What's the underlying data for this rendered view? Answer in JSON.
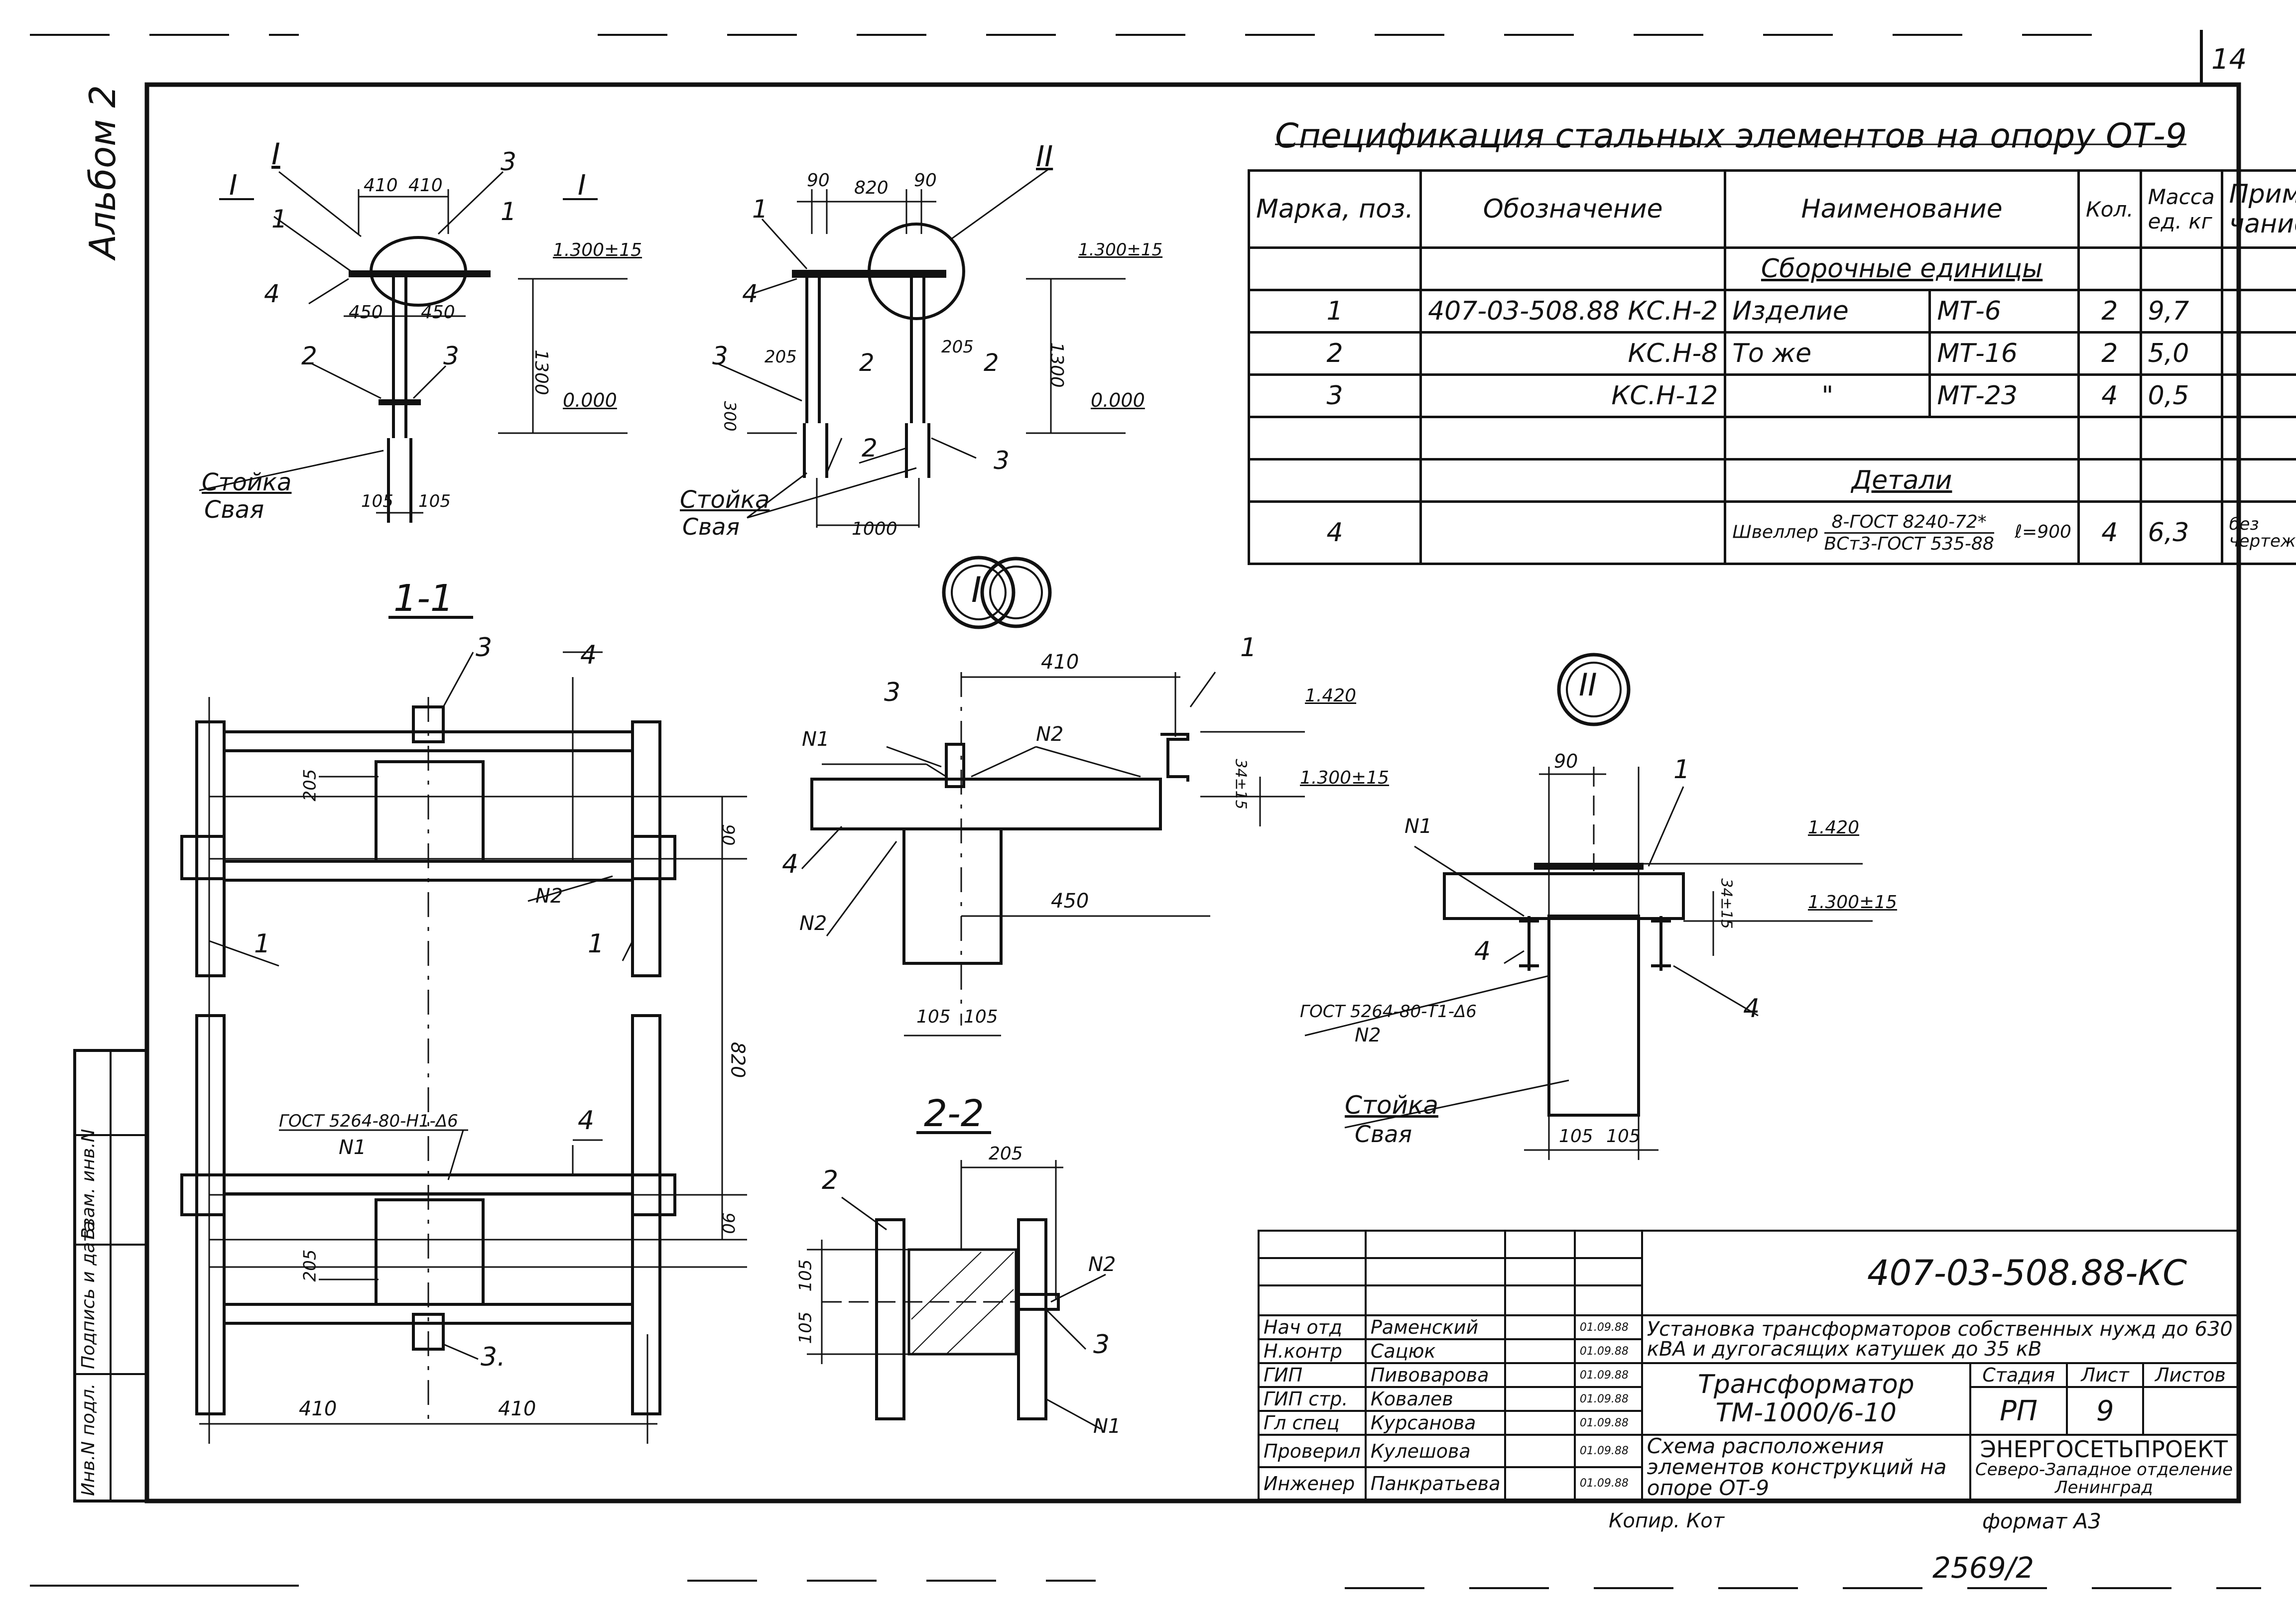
{
  "sheet": {
    "number": "14",
    "album": "Альбом 2",
    "bottom_number": "2569/2",
    "copied": "Копир. Кот",
    "format": "формат А3"
  },
  "spec": {
    "title": "Спецификация стальных элементов на опору ОТ-9",
    "headers": [
      "Марка, поз.",
      "Обозначение",
      "Наименование",
      "Кол.",
      "Масса ед. кг",
      "Приме- чание"
    ],
    "group1": "Сборочные единицы",
    "group2": "Детали",
    "rows": [
      {
        "pos": "1",
        "code": "407-03-508.88 КС.Н-2",
        "name": "Изделие",
        "mark": "МТ-6",
        "qty": "2",
        "mass": "9,7",
        "note": ""
      },
      {
        "pos": "2",
        "code": "КС.Н-8",
        "name": "То же",
        "mark": "МТ-16",
        "qty": "2",
        "mass": "5,0",
        "note": ""
      },
      {
        "pos": "3",
        "code": "КС.Н-12",
        "name": "\"",
        "mark": "МТ-23",
        "qty": "4",
        "mass": "0,5",
        "note": ""
      }
    ],
    "detail": {
      "pos": "4",
      "name": "Швеллер",
      "num": "8-ГОСТ 8240-72*",
      "den": "ВСт3-ГОСТ 535-88",
      "len": "ℓ=900",
      "qty": "4",
      "mass": "6,3",
      "note": "без чертежа"
    }
  },
  "views": {
    "v1": {
      "left": "I",
      "right": "I",
      "callout": "I",
      "d410a": "410",
      "d410b": "410",
      "d450a": "450",
      "d450b": "450",
      "d1300": "1300",
      "lvl": "1.300±15",
      "zero": "0.000",
      "d105a": "105",
      "d105b": "105",
      "label1": "Стойка",
      "label2": "Свая",
      "p1a": "1",
      "p1b": "1",
      "p2": "2",
      "p3a": "3",
      "p3b": "3",
      "p4": "4"
    },
    "v2": {
      "callout": "II",
      "d90a": "90",
      "d820": "820",
      "d90b": "90",
      "d205a": "205",
      "d205b": "205",
      "d300": "300",
      "d1300": "1300",
      "d1000": "1000",
      "lvl": "1.300±15",
      "zero": "0.000",
      "sec": "2",
      "label1": "Стойка",
      "label2": "Свая",
      "p1": "1",
      "p2": "2",
      "p3a": "3",
      "p3b": "3",
      "p4": "4"
    },
    "s11": {
      "title": "1-1",
      "d205a": "205",
      "d205b": "205",
      "d90a": "90",
      "d90b": "90",
      "d820": "820",
      "d410a": "410",
      "d410b": "410",
      "weld": "ГОСТ 5264-80-Н1-Δ6",
      "weld_n": "N1",
      "n2": "N2",
      "p1a": "1",
      "p1b": "1",
      "p3a": "3",
      "p3b": "3.",
      "p4a": "4",
      "p4b": "4"
    },
    "n1": {
      "title": "I",
      "d410": "410",
      "d450": "450",
      "d105a": "105",
      "d105b": "105",
      "lvl1": "1.420",
      "lvl2": "1.300±15",
      "d34": "34±15",
      "n1": "N1",
      "n2a": "N2",
      "n2b": "N2",
      "p1": "1",
      "p3": "3",
      "p4": "4"
    },
    "n2": {
      "title": "II",
      "d90": "90",
      "lvl1": "1.420",
      "lvl2": "1.300±15",
      "d34": "34±15",
      "n1": "N1",
      "weld": "ГОСТ 5264-80-Т1-Δ6",
      "weld_n": "N2",
      "d105a": "105",
      "d105b": "105",
      "label1": "Стойка",
      "label2": "Свая",
      "p1": "1",
      "p4a": "4",
      "p4b": "4"
    },
    "s22": {
      "title": "2-2",
      "d205": "205",
      "d105a": "105",
      "d105b": "105",
      "p2": "2",
      "p3": "3",
      "n1": "N1",
      "n2": "N2"
    }
  },
  "stamp": {
    "vertical": [
      "Инв.N подл.",
      "Подпись и дата",
      "Взам. инв.N"
    ],
    "code": "407-03-508.88-КС",
    "desc": "Установка трансформаторов собственных нужд до 630 кВА и дугогасящих катушек до 35 кВ",
    "title1": "Трансформатор",
    "title2": "ТМ-1000/6-10",
    "title3": "Схема расположения элементов конструкций на опоре ОТ-9",
    "stage_h": "Стадия",
    "sheet_h": "Лист",
    "sheets_h": "Листов",
    "stage": "РП",
    "sheet": "9",
    "sheets": "",
    "org1": "ЭНЕРГОСЕТЬПРОЕКТ",
    "org2": "Северо-Западное отделение",
    "org3": "Ленинград",
    "people": [
      {
        "role": "Нач отд",
        "name": "Раменский",
        "date": "01.09.88"
      },
      {
        "role": "Н.контр",
        "name": "Сацюк",
        "date": "01.09.88"
      },
      {
        "role": "ГИП",
        "name": "Пивоварова",
        "date": "01.09.88"
      },
      {
        "role": "ГИП стр.",
        "name": "Ковалев",
        "date": "01.09.88"
      },
      {
        "role": "Гл спец",
        "name": "Курсанова",
        "date": "01.09.88"
      },
      {
        "role": "Проверил",
        "name": "Кулешова",
        "date": "01.09.88"
      },
      {
        "role": "Инженер",
        "name": "Панкратьева",
        "date": "01.09.88"
      }
    ]
  }
}
